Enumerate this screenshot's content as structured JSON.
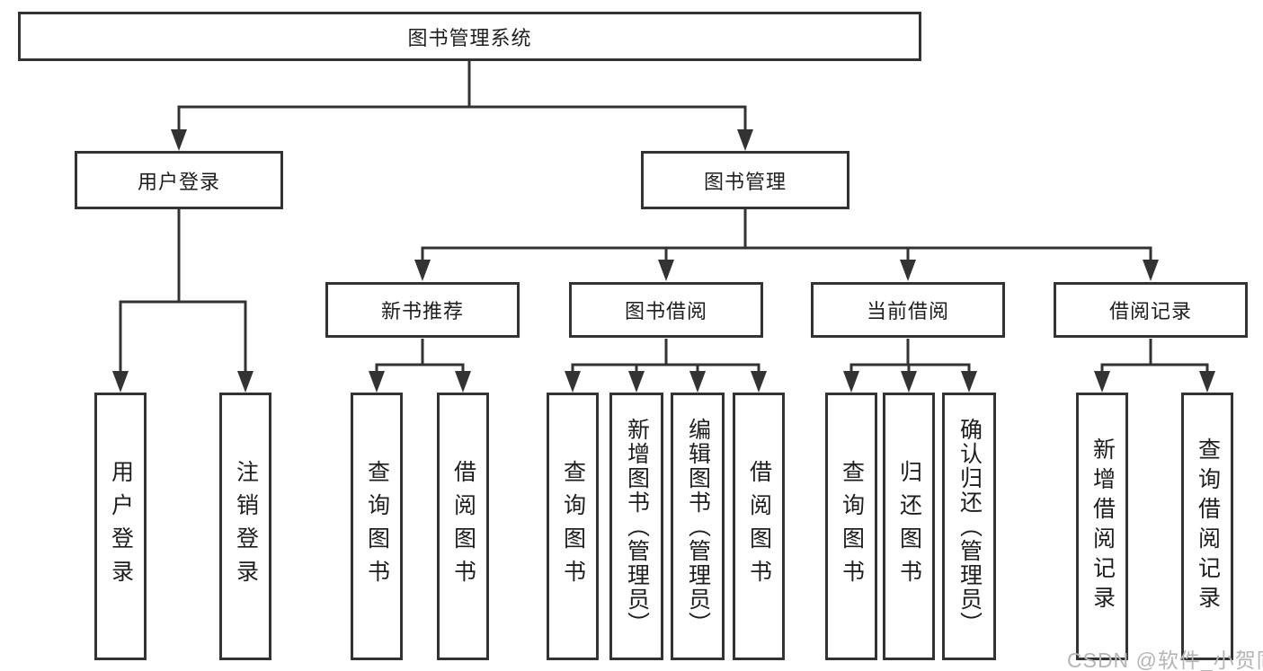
{
  "diagram": {
    "root": {
      "label": "图书管理系统",
      "children": [
        {
          "label": "用户登录",
          "children": [
            {
              "label": "用户登录"
            },
            {
              "label": "注销登录"
            }
          ]
        },
        {
          "label": "图书管理",
          "children": [
            {
              "label": "新书推荐",
              "children": [
                {
                  "label": "查询图书"
                },
                {
                  "label": "借阅图书"
                }
              ]
            },
            {
              "label": "图书借阅",
              "children": [
                {
                  "label": "查询图书"
                },
                {
                  "label": "新增图书（管理员）"
                },
                {
                  "label": "编辑图书（管理员）"
                },
                {
                  "label": "借阅图书"
                }
              ]
            },
            {
              "label": "当前借阅",
              "children": [
                {
                  "label": "查询图书"
                },
                {
                  "label": "归还图书"
                },
                {
                  "label": "确认归还（管理员）"
                }
              ]
            },
            {
              "label": "借阅记录",
              "children": [
                {
                  "label": "新增借阅记录"
                },
                {
                  "label": "查询借阅记录"
                }
              ]
            }
          ]
        }
      ]
    }
  },
  "watermark": {
    "text": "CSDN @软件_小贺同学"
  },
  "colors": {
    "line": "#333333",
    "text": "#1e1e1e",
    "watermark": "#b5b5b5",
    "background": "#ffffff"
  }
}
